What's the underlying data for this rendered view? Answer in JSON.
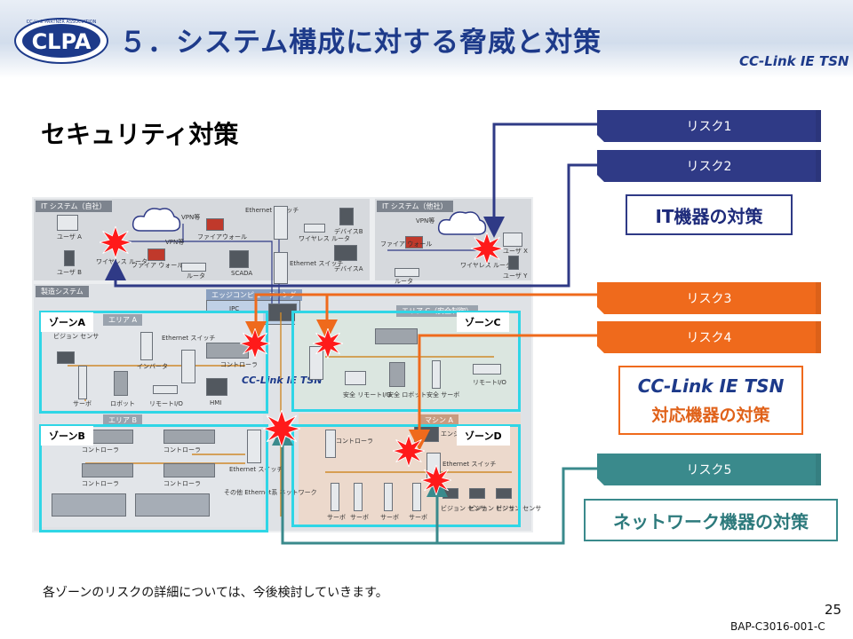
{
  "header": {
    "logo_text": "CLPA",
    "logo_ring_text": "CC-Link PARTNER ASSOCIATION",
    "title": "５．システム構成に対する脅威と対策",
    "brand_prefix": "CC-Link",
    "brand_suffix": "IE TSN"
  },
  "subtitle": "セキュリティ対策",
  "risks": [
    {
      "label": "リスク1",
      "color": "#2f3a86"
    },
    {
      "label": "リスク2",
      "color": "#2f3a86"
    },
    {
      "label": "リスク3",
      "color": "#ef6a1c"
    },
    {
      "label": "リスク4",
      "color": "#ef6a1c"
    },
    {
      "label": "リスク5",
      "color": "#3a8a8c"
    }
  ],
  "measures": {
    "it": "IT機器の対策",
    "tsn_brand_prefix": "CC-Link",
    "tsn_brand_suffix": "IE TSN",
    "tsn": "対応機器の対策",
    "network": "ネットワーク機器の対策"
  },
  "diagram": {
    "it_own": "IT システム（自社）",
    "it_other": "IT システム（他社）",
    "manufacturing": "製造システム",
    "edge": "エッジコンピューティング",
    "ipc": "IPC",
    "area_a": "エリア A",
    "area_b": "エリア B",
    "area_c": "エリア C（安全制御）",
    "area_d": "マシン A",
    "zones": [
      "ゾーンA",
      "ゾーンB",
      "ゾーンC",
      "ゾーンD"
    ],
    "labels": {
      "user_a": "ユーザ A",
      "user_b": "ユーザ B",
      "user_x": "ユーザ X",
      "user_y": "ユーザ Y",
      "vpn": "VPN等",
      "vpn2": "VPN等",
      "firewall": "ファイアウォール",
      "firewall2": "ファイア ウォール",
      "firewall3": "ファイア ウォール",
      "wireless": "ワイヤレス ルータ",
      "wireless2": "ワイヤレス ルータ",
      "wireless3": "ワイヤレス ルータ",
      "router": "ルータ",
      "router2": "ルータ",
      "ethernet_switch": "Ethernet スイッチ",
      "ethernet_switch2": "Ethernet スイッチ",
      "scada": "SCADA",
      "device_a": "デバイスA",
      "device_b": "デバイスB",
      "vision": "ビジョン センサ",
      "inverter": "インバータ",
      "controller": "コントローラ",
      "servo": "サーボ",
      "robot": "ロボット",
      "remote_io": "リモートI/O",
      "hmi": "HMI",
      "safety_remote": "安全 リモートI/O",
      "safety_robot": "安全 ロボット",
      "safety_servo": "安全 サーボ",
      "eng_tool": "エンジ ツール",
      "other_network": "その他 Ethernet系 ネットワーク",
      "brand": "CC-Link IE TSN"
    }
  },
  "footer_note": "各ゾーンのリスクの詳細については、今後検討していきます。",
  "page_number": "25",
  "doc_id": "BAP-C3016-001-C"
}
